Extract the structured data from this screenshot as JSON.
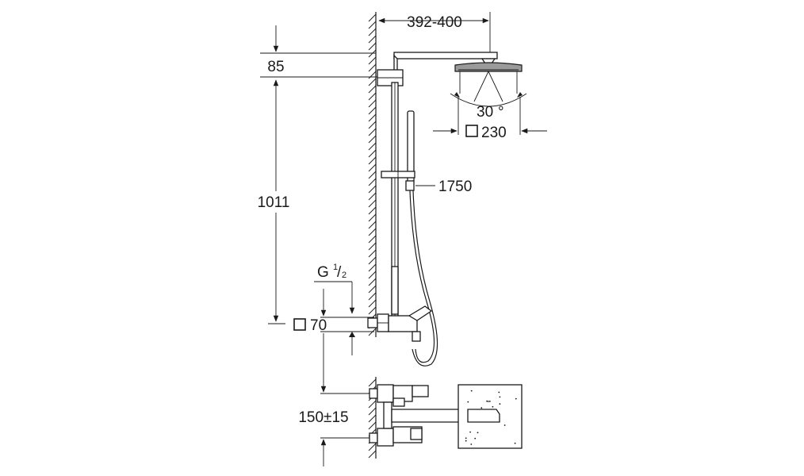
{
  "dimensions": {
    "arm_reach": "392-400",
    "top_offset": "85",
    "rail_height": "1011",
    "spray_angle": "30",
    "spray_angle_unit": "°",
    "head_size": "230",
    "hose_length": "1750",
    "thread_main": "G",
    "thread_num": "1",
    "thread_den": "2",
    "mixer_size": "70",
    "centers": "150±15"
  }
}
